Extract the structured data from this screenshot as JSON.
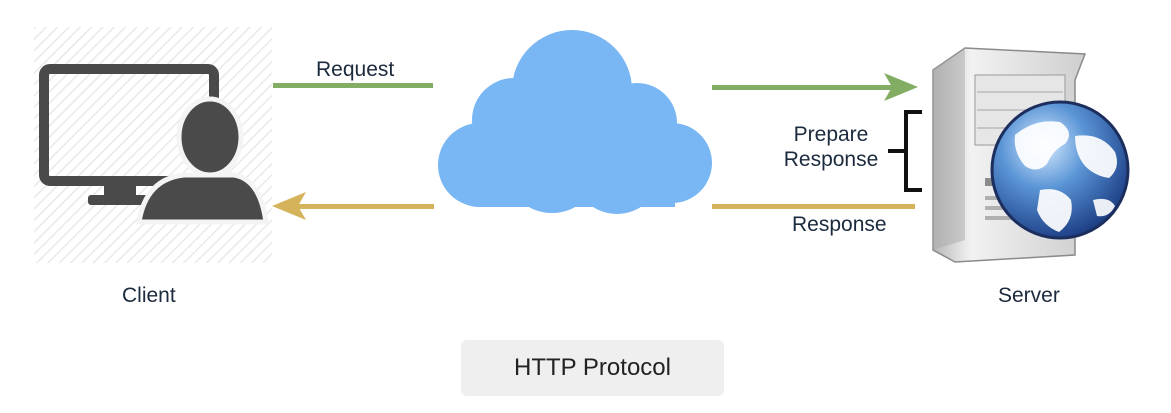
{
  "diagram": {
    "caption": "HTTP Protocol",
    "client": {
      "label": "Client",
      "icon": "client-computer-user-icon"
    },
    "server": {
      "label": "Server",
      "icon": "server-globe-icon"
    },
    "network": {
      "icon": "cloud-icon"
    },
    "request": {
      "label": "Request",
      "color": "#82ad62"
    },
    "response": {
      "label": "Response",
      "color": "#d5b35b"
    },
    "server_step": {
      "line1": "Prepare",
      "line2": "Response"
    }
  }
}
